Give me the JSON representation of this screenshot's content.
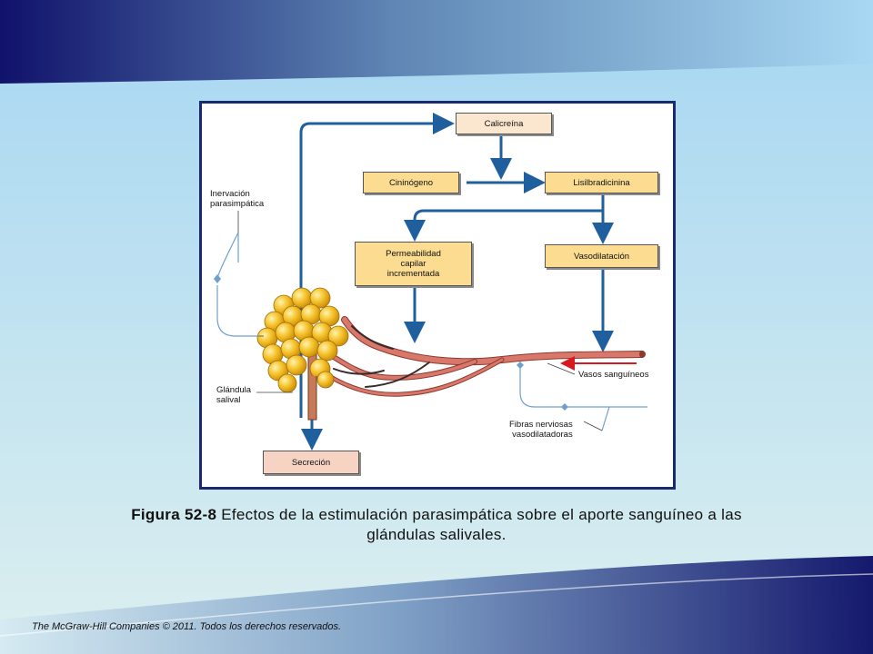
{
  "colors": {
    "header_dark": "#10126b",
    "header_light": "#a8d8f3",
    "frame_border": "#1a2a6c",
    "arrow_blue": "#1f5f9e",
    "vessel": "#d9786a",
    "gland": "#f2b417",
    "red_arrow": "#d71920"
  },
  "diagram": {
    "boxes": {
      "calicreina": "Calicreína",
      "cininogeno": "Cininógeno",
      "lisilbradicinina": "Lisilbradicinina",
      "permeabilidad": "Permeabilidad\ncapilar\nincrementada",
      "vasodilatacion": "Vasodilatación",
      "secrecion": "Secreción"
    },
    "labels": {
      "inervacion": "Inervación\nparasimpática",
      "glandula": "Glándula\nsalival",
      "vasos": "Vasos sanguíneos",
      "fibras": "Fibras nerviosas\nvasodilatadoras"
    }
  },
  "caption": {
    "bold": "Figura 52-8",
    "text": " Efectos de la estimulación parasimpática sobre el aporte sanguíneo a las glándulas salivales."
  },
  "footer": "The McGraw-Hill Companies © 2011. Todos los derechos reservados."
}
